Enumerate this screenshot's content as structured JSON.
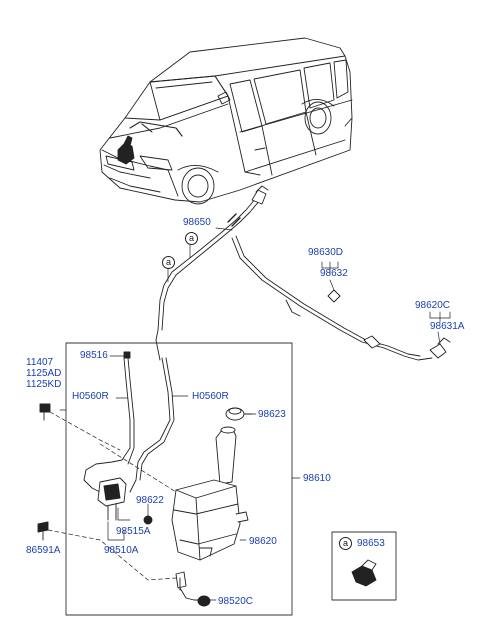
{
  "callout_symbol": "a",
  "labels": {
    "p98650": "98650",
    "p98630D": "98630D",
    "p98632": "98632",
    "p98620C": "98620C",
    "p98631A": "98631A",
    "p11407": "11407",
    "p1125AD": "1125AD",
    "p1125KD": "1125KD",
    "p98516": "98516",
    "h0560r_left": "H0560R",
    "h0560r_right": "H0560R",
    "p98623": "98623",
    "p98610": "98610",
    "p98622": "98622",
    "p98515A": "98515A",
    "p98620": "98620",
    "p98510A": "98510A",
    "p86591A": "86591A",
    "p98520C": "98520C",
    "p98653": "98653"
  },
  "colors": {
    "label": "#1a3fb5",
    "line": "#222222",
    "panel_border": "#333333"
  }
}
